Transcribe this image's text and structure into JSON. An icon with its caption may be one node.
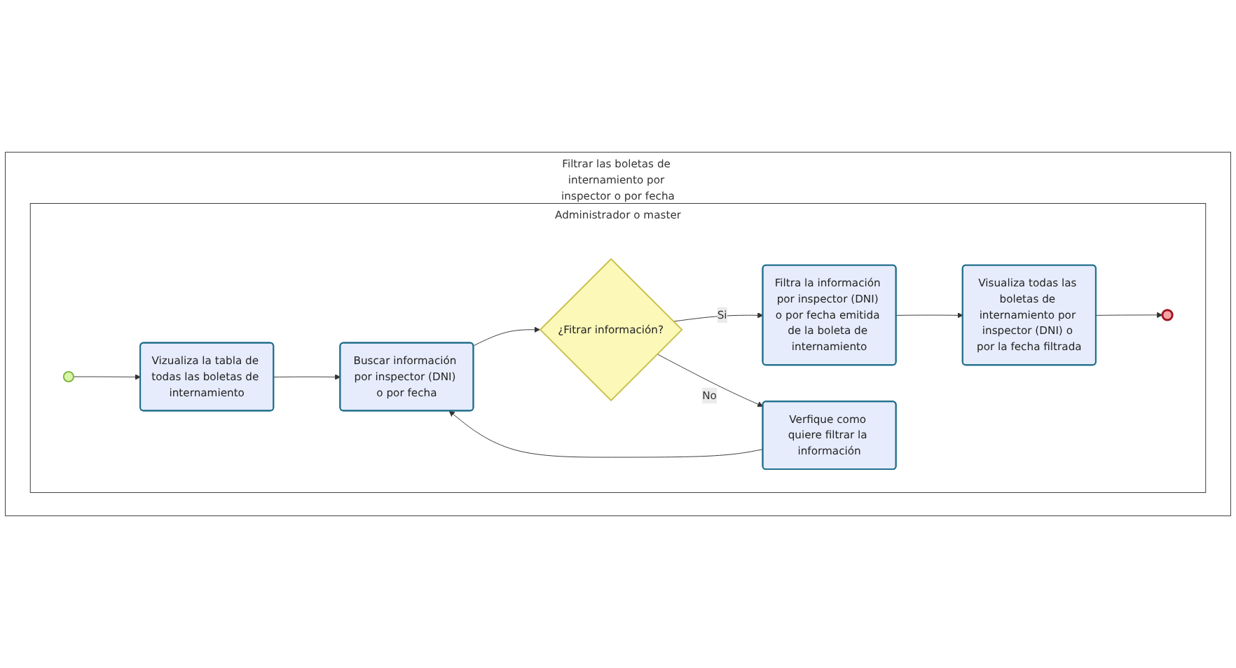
{
  "diagram": {
    "nodes": [
      {
        "text": [
          "Filtrar las boletas de internamiento por inspector o por fecha"
        ]
      },
      {
        "text": [
          "Administrador o master"
        ],
        "in": 0
      },
      {
        "text": [],
        "shape": "circle",
        "in": 1
      },
      {
        "text": [
          "Vizualiza la tabla de todas las boletas de internamiento"
        ],
        "in": 1
      },
      {
        "text": [
          "Filtra la información por inspector (DNI) o por fecha emitida de la boleta de internamiento"
        ],
        "in": 1
      },
      {
        "text": [
          "Buscar información por inspector (DNI) o por fecha"
        ],
        "in": 1
      },
      {
        "text": [
          "¿Fitrar información?"
        ],
        "in": 1
      },
      {
        "text": [
          "Visualiza todas las boletas de internamiento por inspector (DNI) o por la fecha filtrada"
        ],
        "in": 1
      },
      {
        "text": [
          "Verfique como quiere filtrar la información"
        ],
        "in": 1
      },
      {
        "text": [],
        "shape": "circle",
        "in": 1
      }
    ],
    "edges": [
      {
        "from": 2,
        "to": 3,
        "arrow": "to"
      },
      {
        "from": 3,
        "to": 5,
        "arrow": "to"
      },
      {
        "from": 5,
        "to": 6,
        "arrow": "to"
      },
      {
        "from": 6,
        "to": 4,
        "arrow": "to",
        "label": "Si"
      },
      {
        "from": 6,
        "to": 8,
        "arrow": "to",
        "label": "No"
      },
      {
        "from": 8,
        "to": 5,
        "arrow": "to"
      },
      {
        "from": 4,
        "to": 7,
        "arrow": "to"
      },
      {
        "from": 7,
        "to": 9,
        "arrow": "to"
      }
    ]
  }
}
